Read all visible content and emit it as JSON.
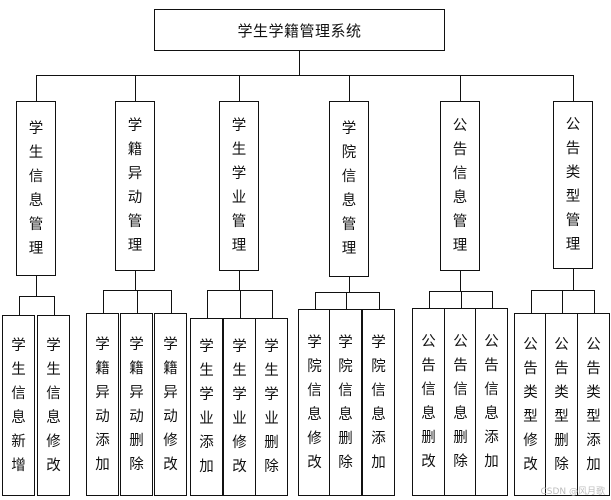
{
  "root": {
    "label": "学生学籍管理系统"
  },
  "categories": [
    {
      "label": "学生信息管理",
      "children": [
        "学生信息新增",
        "学生信息修改"
      ]
    },
    {
      "label": "学籍异动管理",
      "children": [
        "学籍异动添加",
        "学籍异动删除",
        "学籍异动修改"
      ]
    },
    {
      "label": "学生学业管理",
      "children": [
        "学生学业添加",
        "学生学业修改",
        "学生学业删除"
      ]
    },
    {
      "label": "学院信息管理",
      "children": [
        "学院信息修改",
        "学院信息删除",
        "学院信息添加"
      ]
    },
    {
      "label": "公告信息管理",
      "children": [
        "公告信息删改",
        "公告信息删除",
        "公告信息添加"
      ]
    },
    {
      "label": "公告类型管理",
      "children": [
        "公告类型修改",
        "公告类型删除",
        "公告类型添加"
      ]
    }
  ],
  "watermark": "CSDN @风月歌"
}
